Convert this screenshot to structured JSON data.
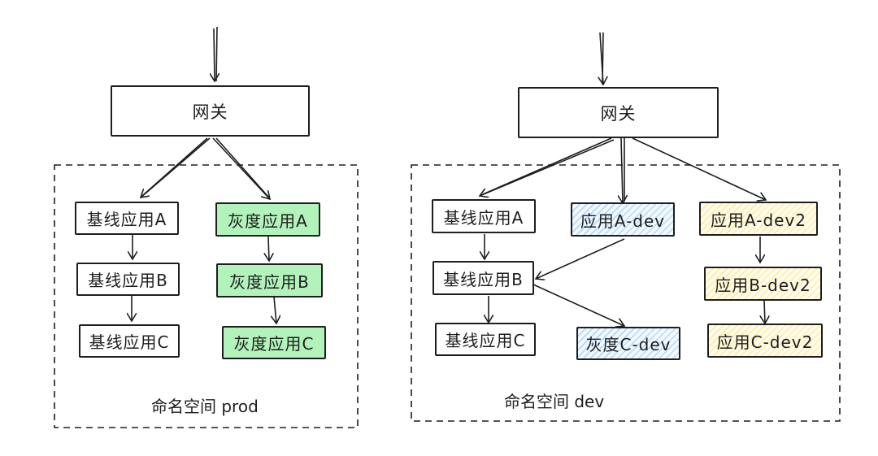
{
  "left": {
    "gateway": "网关",
    "namespace_label": "命名空间 prod",
    "baseline": [
      "基线应用A",
      "基线应用B",
      "基线应用C"
    ],
    "gray": [
      "灰度应用A",
      "灰度应用B",
      "灰度应用C"
    ]
  },
  "right": {
    "gateway": "网关",
    "namespace_label": "命名空间 dev",
    "baseline": [
      "基线应用A",
      "基线应用B",
      "基线应用C"
    ],
    "app_a_dev": "应用A-dev",
    "gray_c_dev": "灰度C-dev",
    "dev2": [
      "应用A-dev2",
      "应用B-dev2",
      "应用C-dev2"
    ]
  },
  "colors": {
    "stroke": "#1e1e1e",
    "gray_fill": "#b2f2bb",
    "dev_hatch": "#a5d8ff",
    "dev2_hatch": "#ffec99"
  }
}
